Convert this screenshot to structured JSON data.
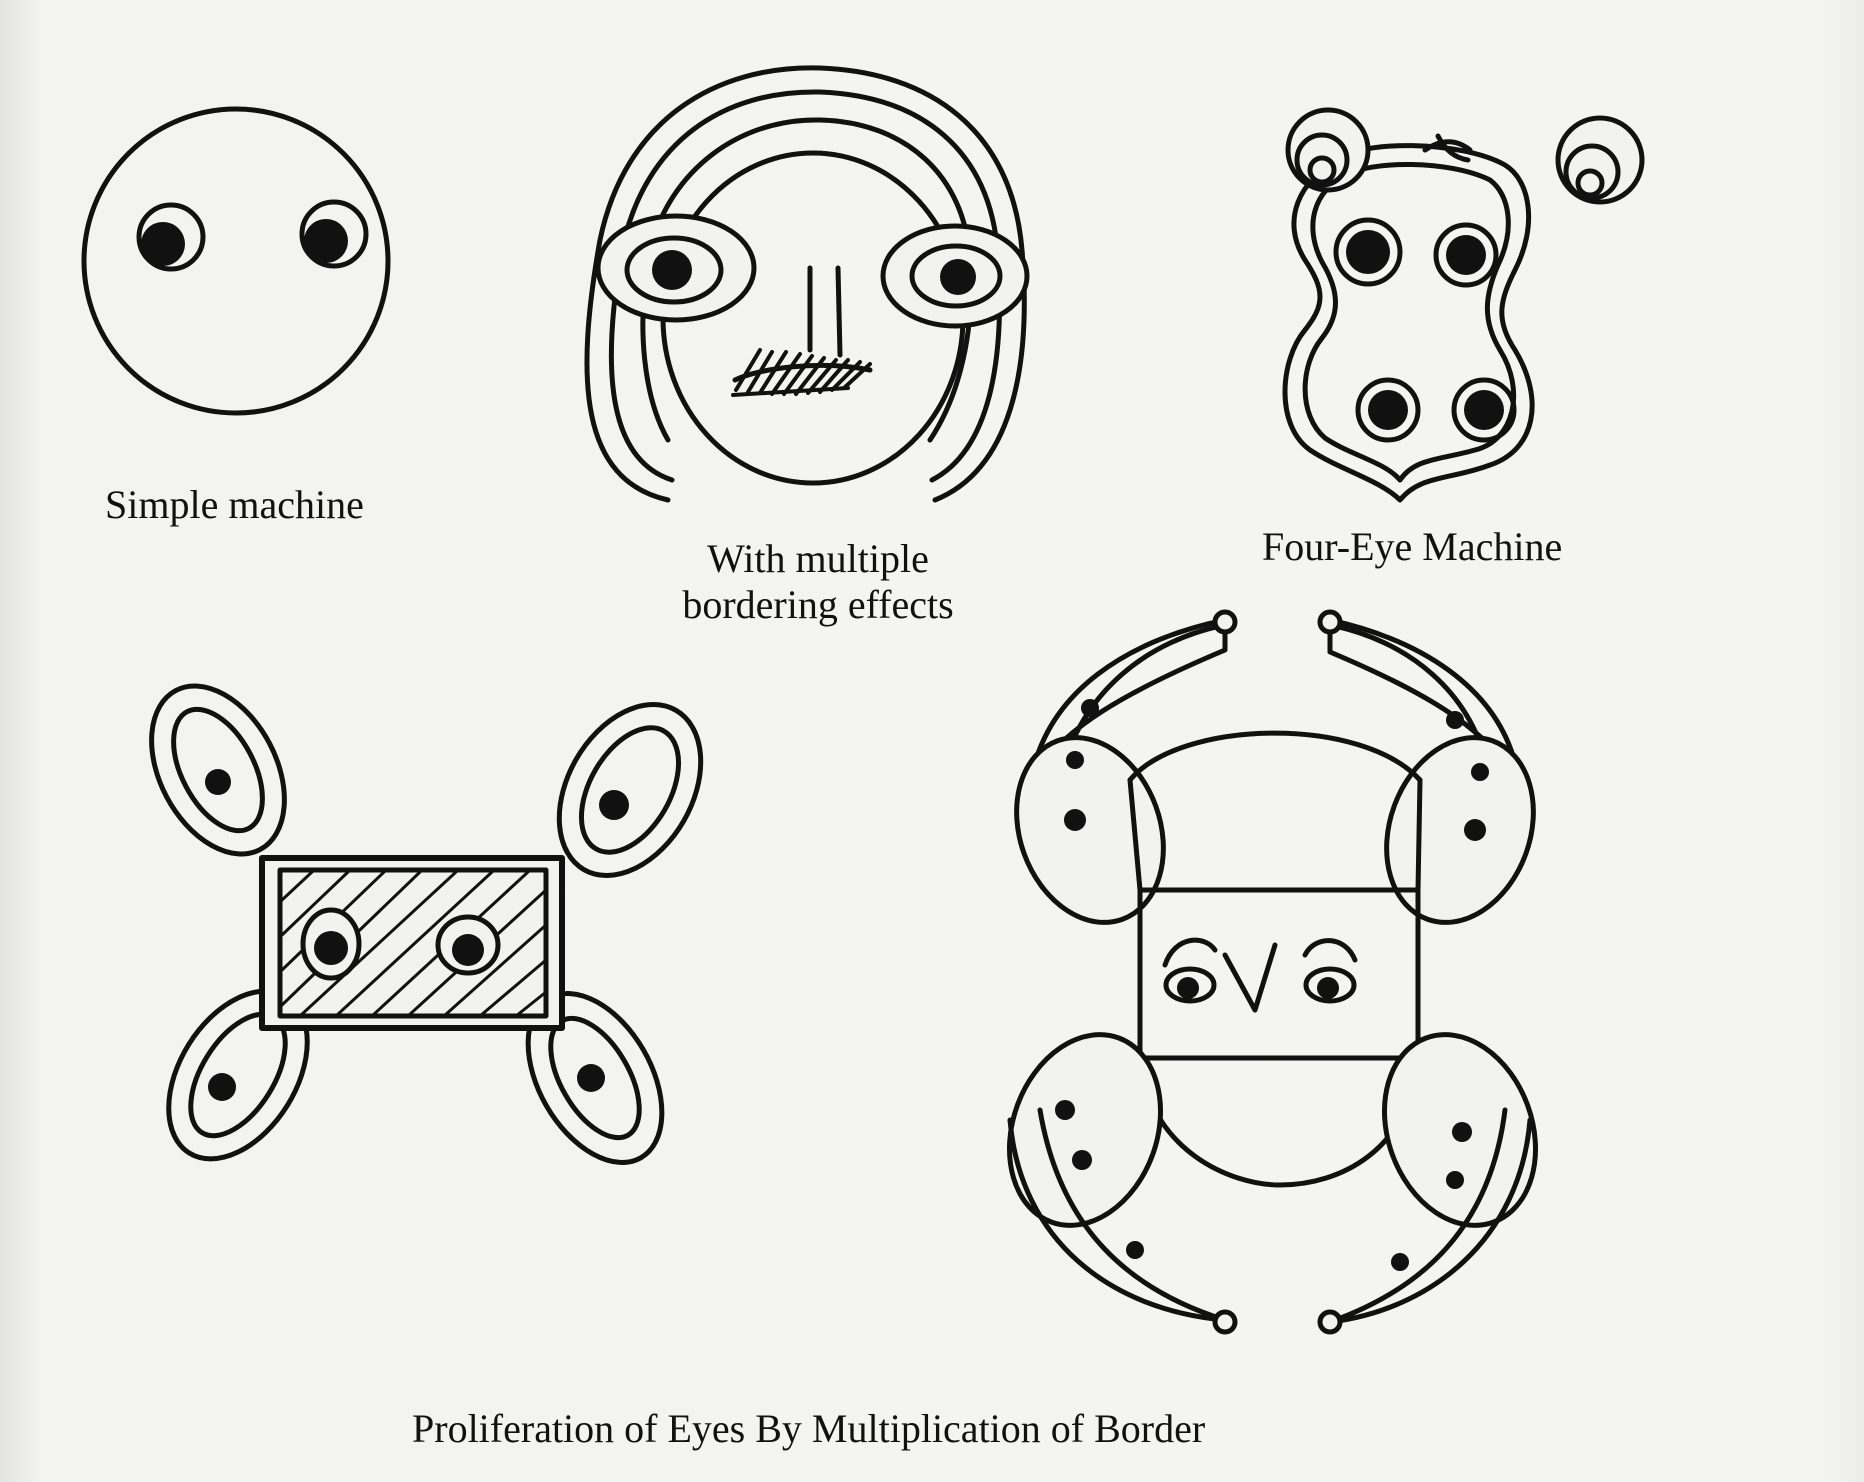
{
  "captions": {
    "simple": "Simple machine",
    "multiple_line1": "With multiple",
    "multiple_line2": "bordering effects",
    "four_eye": "Four-Eye Machine",
    "proliferation": "Proliferation of Eyes By Multiplication of Border"
  },
  "colors": {
    "ink": "#111111",
    "paper": "#f2f2f0"
  }
}
